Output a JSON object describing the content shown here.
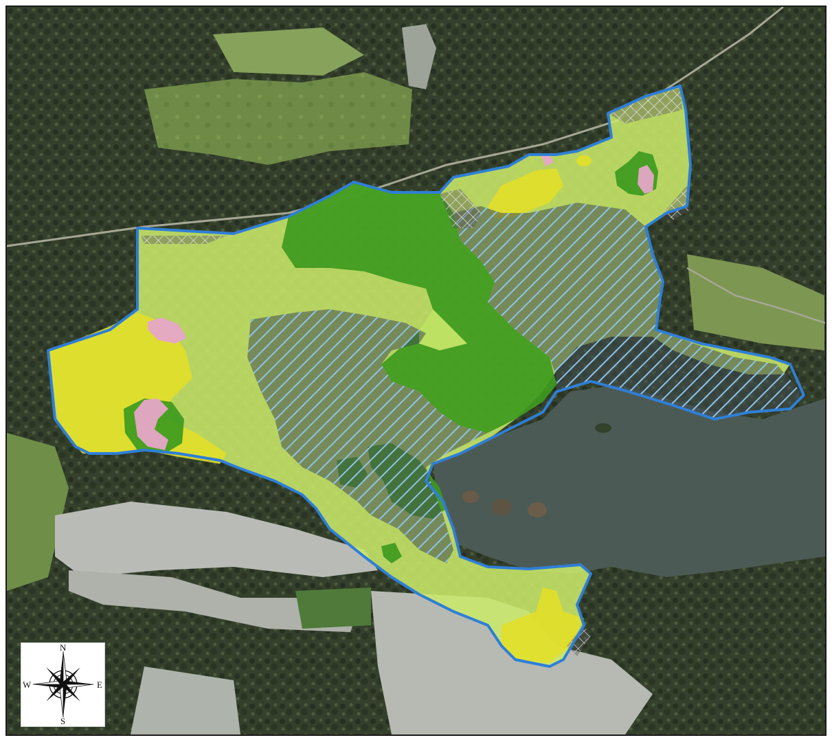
{
  "map": {
    "basemap": "aerial-imagery",
    "colors": {
      "border": "#2f7fd6",
      "light_green_zone": "#c9e86a",
      "dark_green_zone": "#3d9a1e",
      "yellow_zone": "#e2df2a",
      "pink_zone": "#e6a6c8",
      "water_hatch": "#8fc3e8",
      "crosshatch": "#e8e8e8",
      "water": "#4a5a55",
      "forest": "#2f3d2a",
      "field": "#7f9a52",
      "bare_field": "#b9bcb6"
    }
  },
  "compass": {
    "north": "N",
    "south": "S",
    "east": "E",
    "west": "W",
    "icon": "compass-rose-icon"
  }
}
